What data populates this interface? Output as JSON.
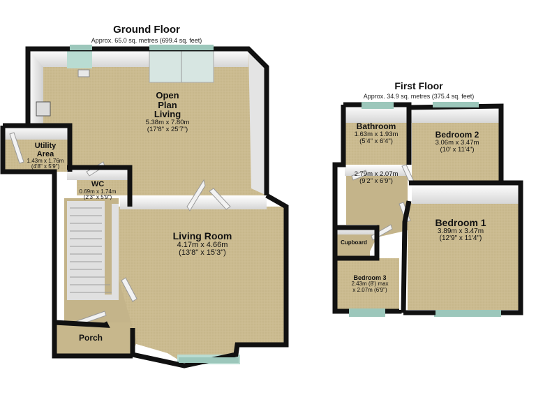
{
  "ground_floor": {
    "title": "Ground Floor",
    "area": "Approx. 65.0 sq. metres (699.4 sq. feet)",
    "rooms": {
      "open_plan": {
        "name_lines": [
          "Open",
          "Plan",
          "Living"
        ],
        "dim_metric": "5.38m x 7.80m",
        "dim_imperial": "(17'8\" x 25'7\")"
      },
      "utility": {
        "name_lines": [
          "Utility",
          "Area"
        ],
        "dim_metric": "1.43m x 1.76m",
        "dim_imperial": "(4'8\" x 5'9\")"
      },
      "wc": {
        "name": "WC",
        "dim_metric": "0.69m x 1.74m",
        "dim_imperial": "(2'3\" x 5'9\")"
      },
      "living": {
        "name": "Living Room",
        "dim_metric": "4.17m x 4.66m",
        "dim_imperial": "(13'8\" x 15'3\")"
      },
      "porch": {
        "name": "Porch"
      }
    }
  },
  "first_floor": {
    "title": "First Floor",
    "area": "Approx. 34.9 sq. metres (375.4 sq. feet)",
    "rooms": {
      "bathroom": {
        "name": "Bathroom",
        "dim_metric": "1.63m x 1.93m",
        "dim_imperial": "(5'4\" x 6'4\")"
      },
      "bedroom2": {
        "name": "Bedroom 2",
        "dim_metric": "3.06m x 3.47m",
        "dim_imperial": "(10' x 11'4\")"
      },
      "landing": {
        "dim_metric": "2.79m x 2.07m",
        "dim_imperial": "(9'2\" x 6'9\")"
      },
      "bedroom1": {
        "name": "Bedroom 1",
        "dim_metric": "3.89m x 3.47m",
        "dim_imperial": "(12'9\" x 11'4\")"
      },
      "cupboard": {
        "name": "Cupboard"
      },
      "bedroom3": {
        "name": "Bedroom 3",
        "dim_line1": "2.43m (8') max",
        "dim_line2": "x 2.07m (6'9\")"
      }
    }
  },
  "colors": {
    "floor": "#c9b98f",
    "floor_dark": "#b8a87a",
    "wall_top": "#111111",
    "wall_inner": "#dcdcdc",
    "window": "#b9dcd2"
  }
}
